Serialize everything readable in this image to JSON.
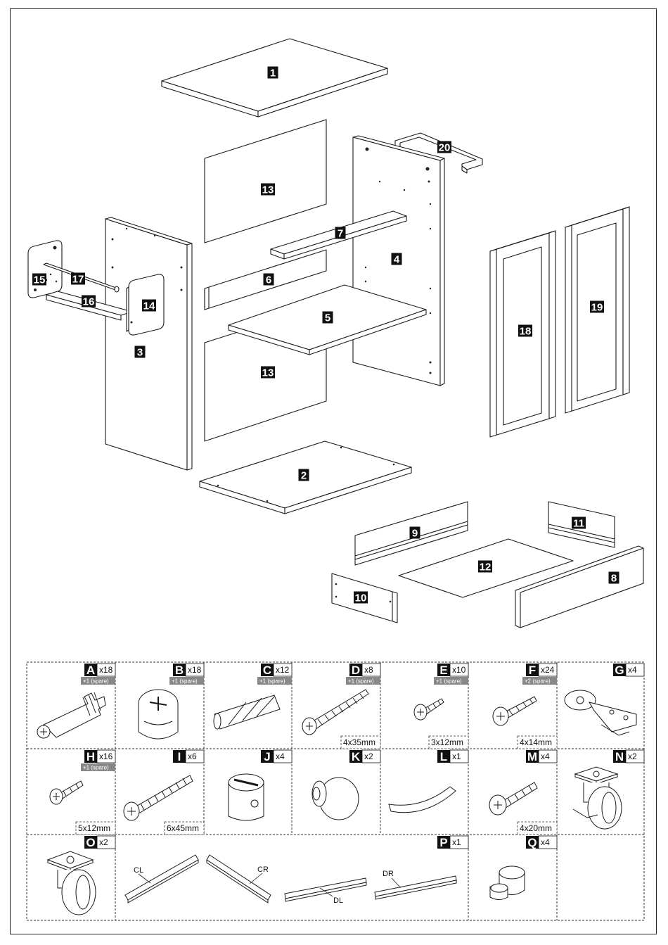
{
  "panels": [
    {
      "id": "1",
      "label": "1"
    },
    {
      "id": "2",
      "label": "2"
    },
    {
      "id": "3",
      "label": "3"
    },
    {
      "id": "4",
      "label": "4"
    },
    {
      "id": "5",
      "label": "5"
    },
    {
      "id": "6",
      "label": "6"
    },
    {
      "id": "7",
      "label": "7"
    },
    {
      "id": "8",
      "label": "8"
    },
    {
      "id": "9",
      "label": "9"
    },
    {
      "id": "10",
      "label": "10"
    },
    {
      "id": "11",
      "label": "11"
    },
    {
      "id": "12",
      "label": "12"
    },
    {
      "id": "13a",
      "label": "13"
    },
    {
      "id": "13b",
      "label": "13"
    },
    {
      "id": "14",
      "label": "14"
    },
    {
      "id": "15",
      "label": "15"
    },
    {
      "id": "16",
      "label": "16"
    },
    {
      "id": "17",
      "label": "17"
    },
    {
      "id": "18",
      "label": "18"
    },
    {
      "id": "19",
      "label": "19"
    },
    {
      "id": "20",
      "label": "20"
    }
  ],
  "hardware": [
    {
      "letter": "A",
      "qty": "x18",
      "spare": "+1 (spare)",
      "size": "",
      "icon": "cam-dowel-icon"
    },
    {
      "letter": "B",
      "qty": "x18",
      "spare": "+1 (spare)",
      "size": "",
      "icon": "cam-lock-icon"
    },
    {
      "letter": "C",
      "qty": "x12",
      "spare": "+1 (spare)",
      "size": "",
      "icon": "wood-dowel-icon"
    },
    {
      "letter": "D",
      "qty": "x8",
      "spare": "+1 (spare)",
      "size": "4x35mm",
      "icon": "screw-icon"
    },
    {
      "letter": "E",
      "qty": "x10",
      "spare": "+1 (spare)",
      "size": "3x12mm",
      "icon": "screw-icon"
    },
    {
      "letter": "F",
      "qty": "x24",
      "spare": "+2 (spare)",
      "size": "4x14mm",
      "icon": "screw-icon"
    },
    {
      "letter": "G",
      "qty": "x4",
      "spare": "",
      "size": "",
      "icon": "hinge-icon"
    },
    {
      "letter": "H",
      "qty": "x16",
      "spare": "+1 (spare)",
      "size": "5x12mm",
      "icon": "screw-icon"
    },
    {
      "letter": "I",
      "qty": "x6",
      "spare": "",
      "size": "6x45mm",
      "icon": "bolt-icon"
    },
    {
      "letter": "J",
      "qty": "x4",
      "spare": "",
      "size": "",
      "icon": "barrel-nut-icon"
    },
    {
      "letter": "K",
      "qty": "x2",
      "spare": "",
      "size": "",
      "icon": "knob-icon"
    },
    {
      "letter": "L",
      "qty": "x1",
      "spare": "",
      "size": "",
      "icon": "handle-icon"
    },
    {
      "letter": "M",
      "qty": "x4",
      "spare": "",
      "size": "4x20mm",
      "icon": "bolt-icon"
    },
    {
      "letter": "N",
      "qty": "x2",
      "spare": "",
      "size": "",
      "icon": "brake-caster-icon"
    },
    {
      "letter": "O",
      "qty": "x2",
      "spare": "",
      "size": "",
      "icon": "caster-icon"
    },
    {
      "letter": "P",
      "qty": "x1",
      "spare": "",
      "size": "",
      "icon": "drawer-slide-icon"
    },
    {
      "letter": "Q",
      "qty": "x4",
      "spare": "",
      "size": "",
      "icon": "spacer-icon"
    }
  ],
  "slides": {
    "cl": "CL",
    "cr": "CR",
    "dl": "DL",
    "dr": "DR"
  }
}
